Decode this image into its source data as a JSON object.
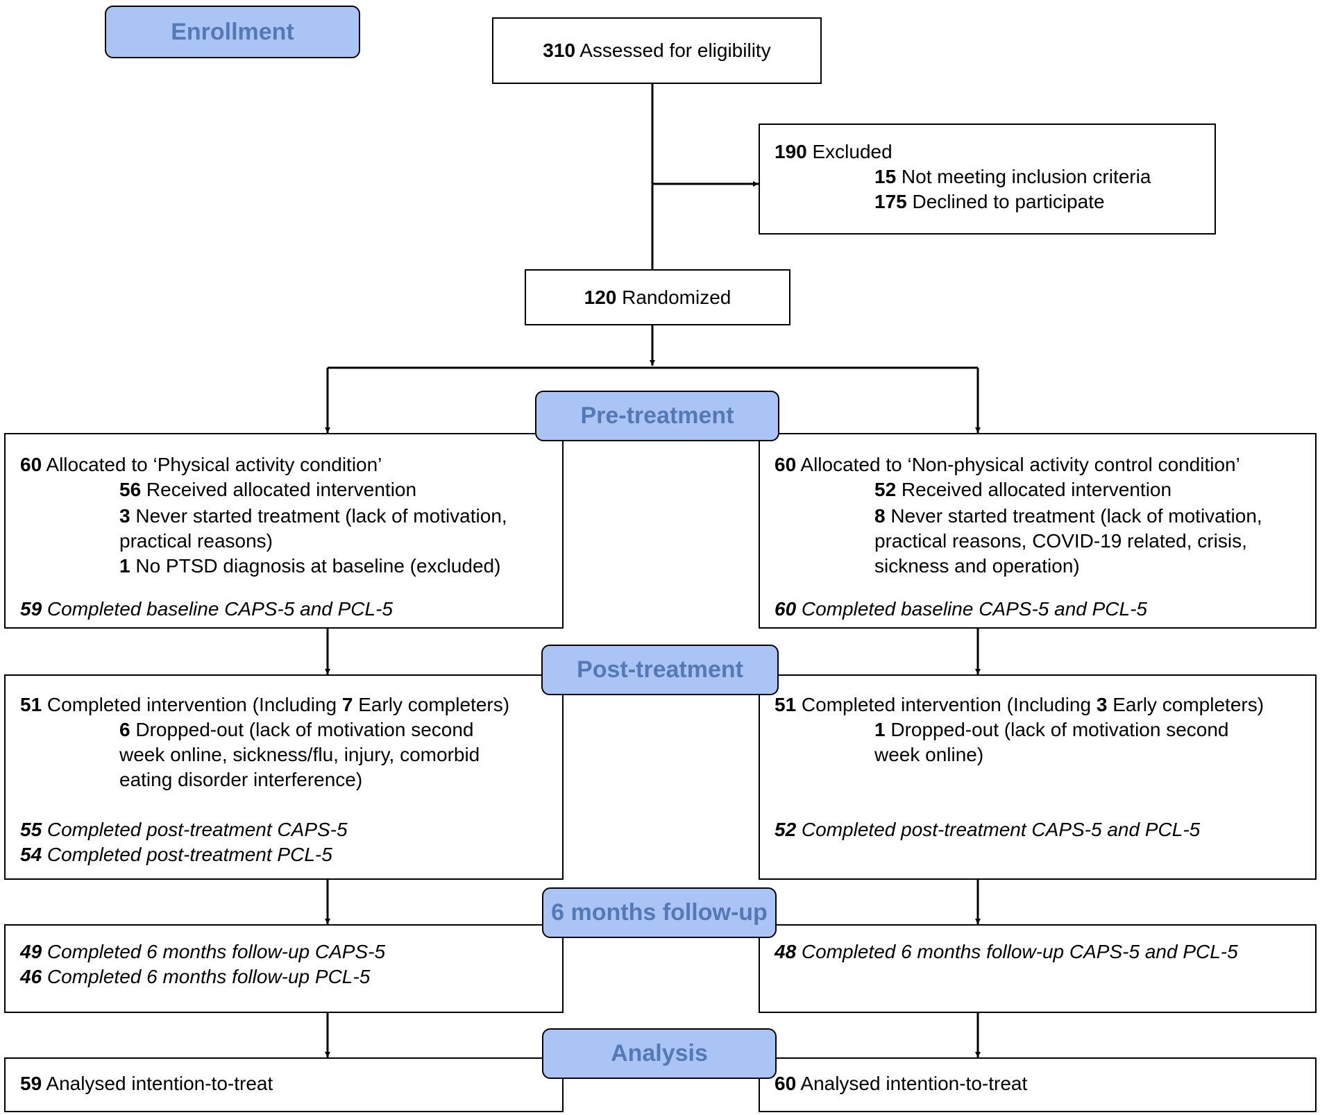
{
  "stages": {
    "enrollment": "Enrollment",
    "pre_treatment": "Pre-treatment",
    "post_treatment": "Post-treatment",
    "follow_up": "6 months follow-up",
    "analysis": "Analysis"
  },
  "assessed": {
    "n": "310",
    "text": " Assessed for eligibility"
  },
  "excluded": {
    "n": "190",
    "text": " Excluded",
    "items": [
      {
        "n": "15",
        "text": " Not meeting inclusion criteria"
      },
      {
        "n": "175",
        "text": " Declined to participate"
      }
    ]
  },
  "randomized": {
    "n": "120",
    "text": " Randomized"
  },
  "arms": [
    {
      "allocated": {
        "n": "60",
        "text": " Allocated to ‘Physical activity condition’"
      },
      "received": {
        "n": "56",
        "text": " Received allocated intervention"
      },
      "never_started": {
        "n": "3",
        "text": " Never started treatment (lack of motivation,",
        "cont": [
          "practical reasons)"
        ]
      },
      "no_ptsd": {
        "n": "1",
        "text": " No PTSD diagnosis at baseline (excluded)"
      },
      "baseline": {
        "n": "59",
        "text": " Completed baseline CAPS-5 and PCL-5"
      },
      "completed": {
        "n": "51",
        "pre": " Completed intervention (Including ",
        "n2": "7",
        "post": " Early completers)"
      },
      "dropped": {
        "n": "6",
        "text": " Dropped-out (lack of motivation second",
        "cont": [
          "week online, sickness/flu, injury, comorbid",
          "eating disorder interference)"
        ]
      },
      "post_measures": [
        {
          "n": "55",
          "text": " Completed post-treatment CAPS-5"
        },
        {
          "n": "54",
          "text": " Completed post-treatment PCL-5"
        }
      ],
      "followup_measures": [
        {
          "n": "49",
          "text": " Completed 6 months follow-up CAPS-5"
        },
        {
          "n": "46",
          "text": " Completed 6 months follow-up PCL-5"
        }
      ],
      "analysed": {
        "n": "59",
        "text": " Analysed intention-to-treat"
      }
    },
    {
      "allocated": {
        "n": "60",
        "text": " Allocated to ‘Non-physical activity control condition’"
      },
      "received": {
        "n": "52",
        "text": " Received allocated intervention"
      },
      "never_started": {
        "n": "8",
        "text": " Never started treatment (lack of motivation,",
        "cont": [
          "practical reasons, COVID-19 related, crisis,",
          "sickness and operation)"
        ]
      },
      "baseline": {
        "n": "60",
        "text": " Completed baseline CAPS-5 and PCL-5"
      },
      "completed": {
        "n": "51",
        "pre": " Completed intervention (Including ",
        "n2": "3",
        "post": " Early completers)"
      },
      "dropped": {
        "n": "1",
        "text": " Dropped-out (lack of motivation second",
        "cont": [
          "week online)"
        ]
      },
      "post_measures": [
        {
          "n": "52",
          "text": " Completed post-treatment CAPS-5 and PCL-5"
        }
      ],
      "followup_measures": [
        {
          "n": "48",
          "text": " Completed 6 months follow-up CAPS-5 and PCL-5"
        }
      ],
      "analysed": {
        "n": "60",
        "text": " Analysed intention-to-treat"
      }
    }
  ]
}
